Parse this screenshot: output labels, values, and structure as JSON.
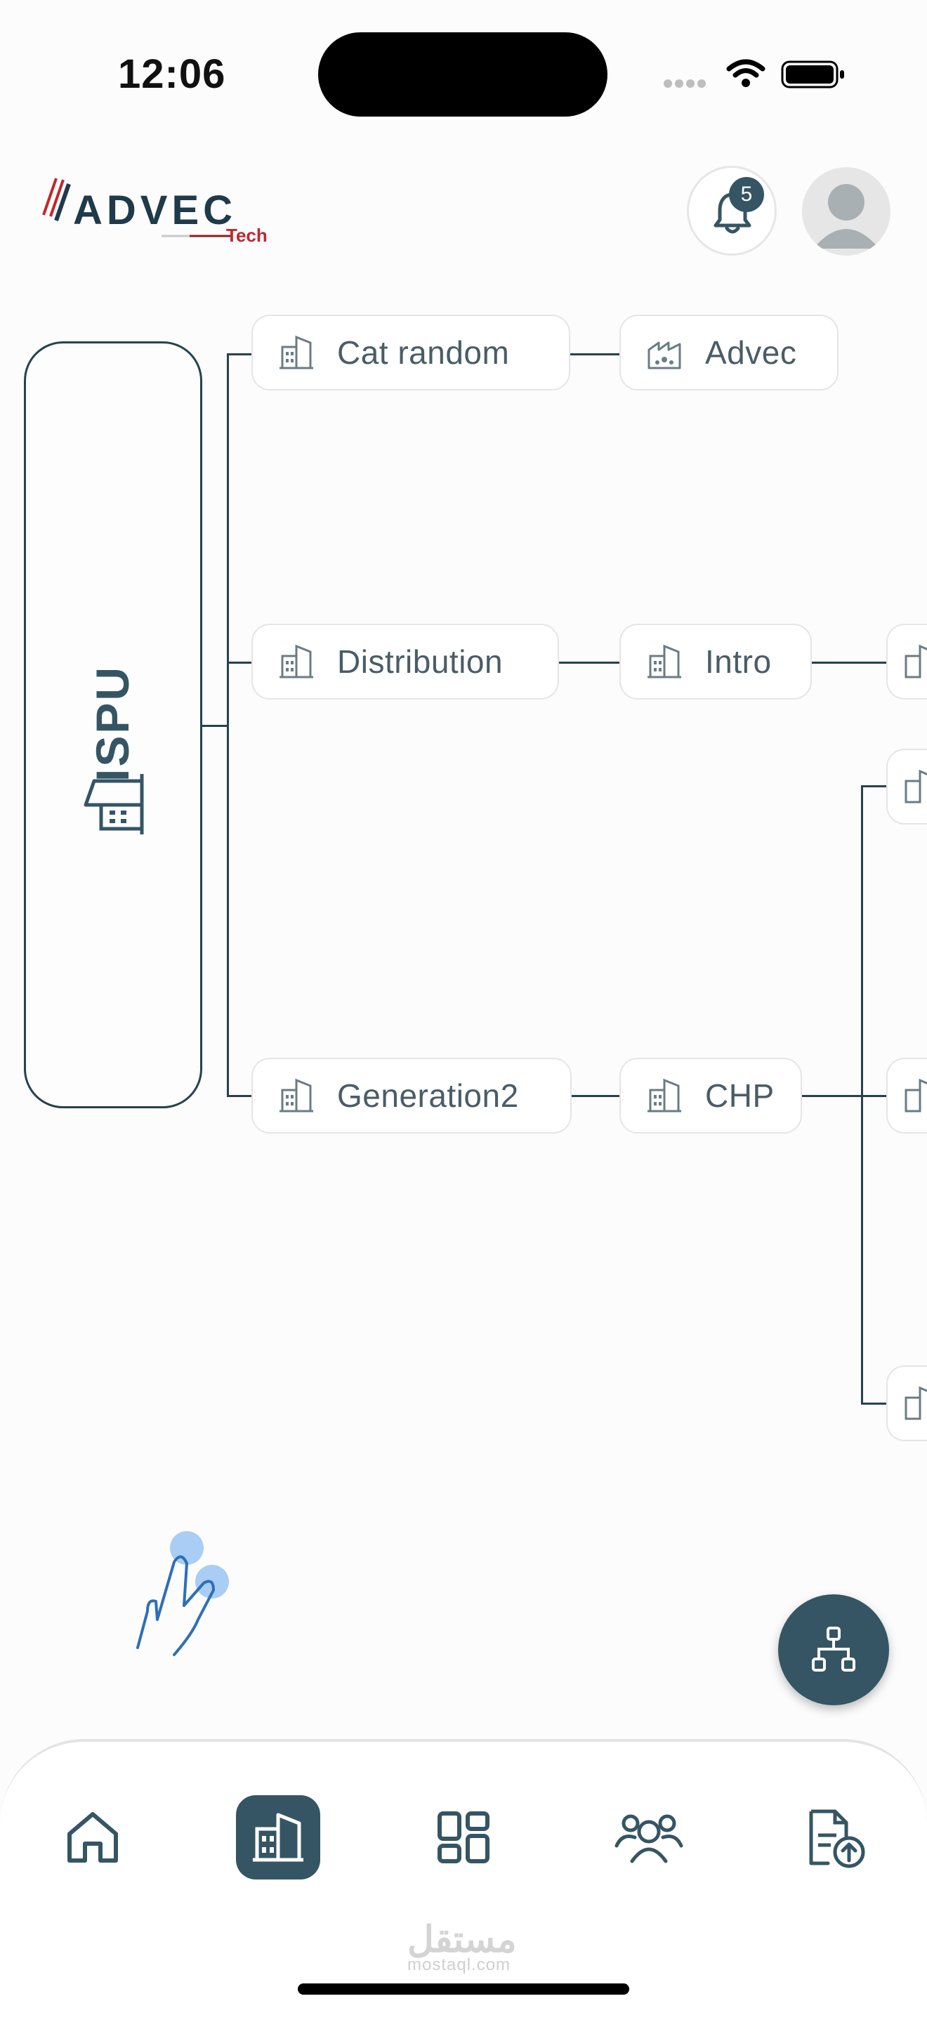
{
  "status_bar": {
    "time": "12:06"
  },
  "header": {
    "logo_text": "ADVEC",
    "logo_sub": "Tech",
    "notification_count": "5"
  },
  "tree": {
    "root": {
      "label": "ISPU",
      "icon": "building-icon"
    },
    "branches": [
      {
        "label": "Cat random",
        "child": "Advec"
      },
      {
        "label": "Distribution",
        "child": "Intro"
      },
      {
        "label": "Generation2",
        "child": "CHP"
      }
    ]
  },
  "fab": {
    "icon": "hierarchy-icon"
  },
  "nav": {
    "items": [
      {
        "name": "home",
        "icon": "home-icon",
        "active": false
      },
      {
        "name": "buildings",
        "icon": "building-icon",
        "active": true
      },
      {
        "name": "dashboard",
        "icon": "dashboard-icon",
        "active": false
      },
      {
        "name": "users",
        "icon": "users-icon",
        "active": false
      },
      {
        "name": "upload-document",
        "icon": "document-upload-icon",
        "active": false
      }
    ]
  },
  "watermark": {
    "arabic": "مستقل",
    "latin": "mostaql.com"
  },
  "colors": {
    "primary": "#355564",
    "line": "#26424f",
    "accent_red": "#c0272d"
  }
}
